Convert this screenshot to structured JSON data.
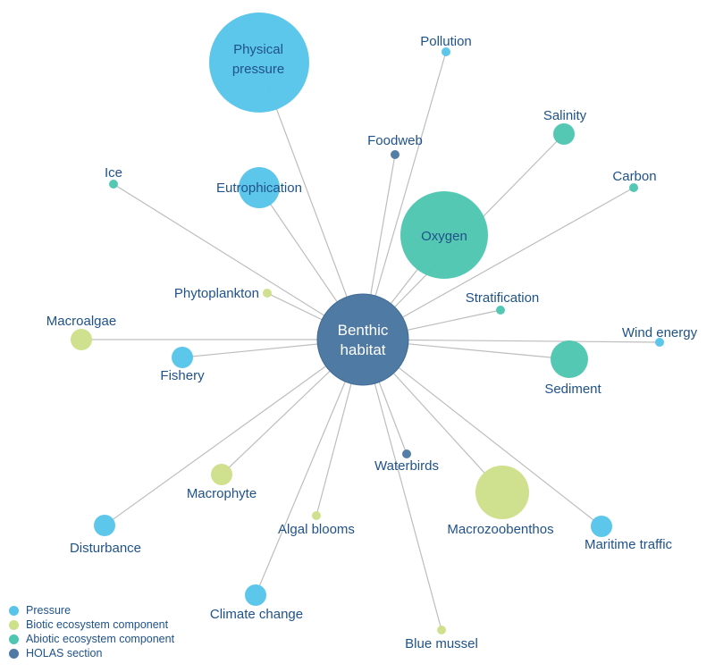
{
  "diagram": {
    "type": "network",
    "center": {
      "id": "benthic-habitat",
      "label": "Benthic habitat",
      "lines": [
        "Benthic",
        "habitat"
      ],
      "category": "holas"
    },
    "categories": {
      "pressure": {
        "label": "Pressure",
        "color": "#58c4ea"
      },
      "biotic": {
        "label": "Biotic ecosystem component",
        "color": "#cde08a"
      },
      "abiotic": {
        "label": "Abiotic ecosystem component",
        "color": "#4fc6b2"
      },
      "holas": {
        "label": "HOLAS section",
        "color": "#4f7aa3"
      }
    },
    "legend_order": [
      "pressure",
      "biotic",
      "abiotic",
      "holas"
    ],
    "nodes": [
      {
        "id": "physical-pressure",
        "label": "Physical pressure",
        "lines": [
          "Physical",
          "pressure"
        ],
        "category": "pressure",
        "relative_size": 5
      },
      {
        "id": "pollution",
        "label": "Pollution",
        "category": "pressure",
        "relative_size": 1
      },
      {
        "id": "foodweb",
        "label": "Foodweb",
        "category": "holas",
        "relative_size": 1
      },
      {
        "id": "salinity",
        "label": "Salinity",
        "category": "abiotic",
        "relative_size": 2
      },
      {
        "id": "carbon",
        "label": "Carbon",
        "category": "abiotic",
        "relative_size": 1
      },
      {
        "id": "ice",
        "label": "Ice",
        "category": "abiotic",
        "relative_size": 1
      },
      {
        "id": "eutrophication",
        "label": "Eutrophication",
        "category": "pressure",
        "relative_size": 3
      },
      {
        "id": "oxygen",
        "label": "Oxygen",
        "category": "abiotic",
        "relative_size": 5
      },
      {
        "id": "phytoplankton",
        "label": "Phytoplankton",
        "category": "biotic",
        "relative_size": 1
      },
      {
        "id": "stratification",
        "label": "Stratification",
        "category": "abiotic",
        "relative_size": 1
      },
      {
        "id": "macroalgae",
        "label": "Macroalgae",
        "category": "biotic",
        "relative_size": 2
      },
      {
        "id": "wind-energy",
        "label": "Wind energy",
        "category": "pressure",
        "relative_size": 1
      },
      {
        "id": "fishery",
        "label": "Fishery",
        "category": "pressure",
        "relative_size": 2
      },
      {
        "id": "sediment",
        "label": "Sediment",
        "category": "abiotic",
        "relative_size": 3
      },
      {
        "id": "waterbirds",
        "label": "Waterbirds",
        "category": "holas",
        "relative_size": 1
      },
      {
        "id": "macrophyte",
        "label": "Macrophyte",
        "category": "biotic",
        "relative_size": 2
      },
      {
        "id": "macrozoobenthos",
        "label": "Macrozoobenthos",
        "category": "biotic",
        "relative_size": 4
      },
      {
        "id": "algal-blooms",
        "label": "Algal blooms",
        "category": "biotic",
        "relative_size": 1
      },
      {
        "id": "disturbance",
        "label": "Disturbance",
        "category": "pressure",
        "relative_size": 2
      },
      {
        "id": "maritime-traffic",
        "label": "Maritime traffic",
        "category": "pressure",
        "relative_size": 2
      },
      {
        "id": "climate-change",
        "label": "Climate change",
        "category": "pressure",
        "relative_size": 2
      },
      {
        "id": "blue-mussel",
        "label": "Blue mussel",
        "category": "biotic",
        "relative_size": 1
      }
    ]
  }
}
